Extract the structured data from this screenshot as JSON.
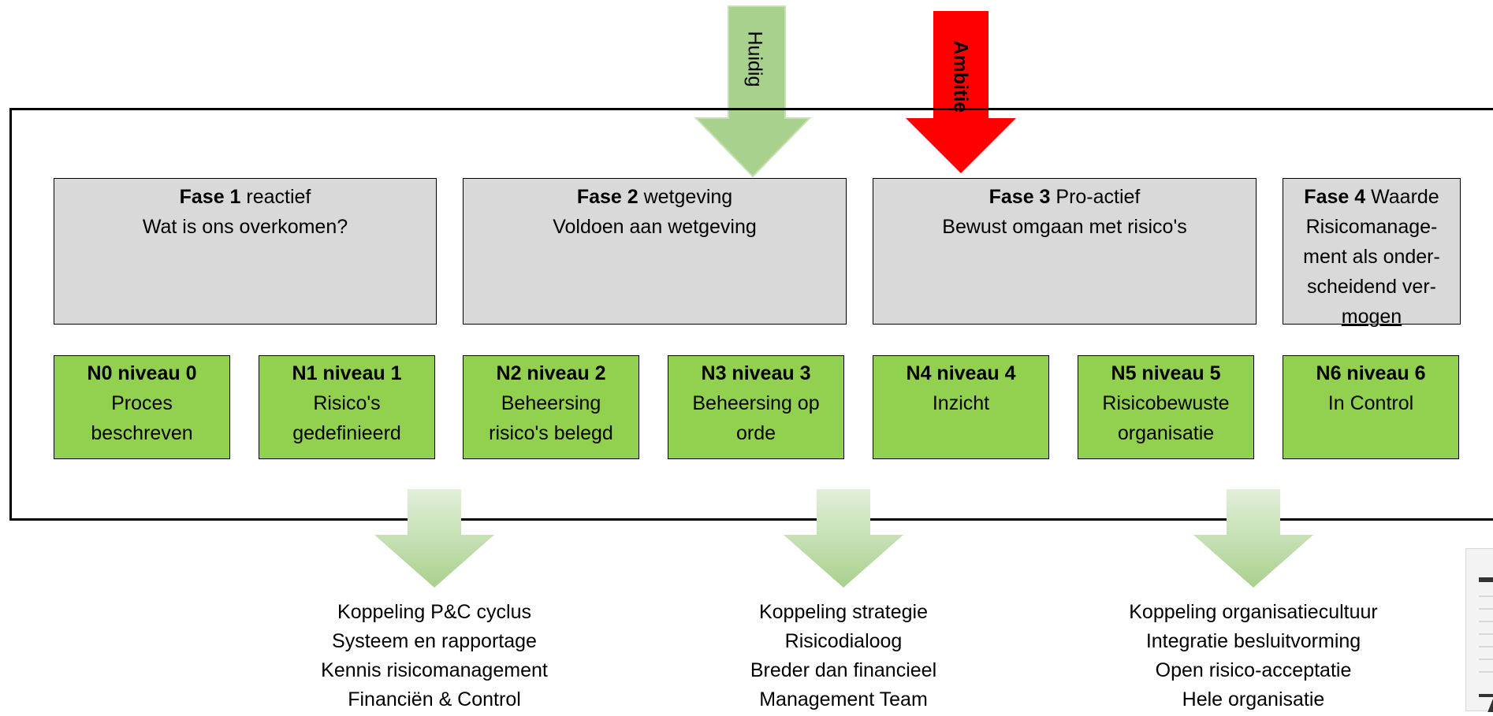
{
  "markers": {
    "current": {
      "label": "Huidig",
      "color": "#a9d18e"
    },
    "ambition": {
      "label": "Ambitie",
      "color": "#ff0000"
    }
  },
  "phases": [
    {
      "title": "Fase 1",
      "title_suffix": " reactief",
      "lines": [
        "Wat is ons overkomen?"
      ]
    },
    {
      "title": "Fase 2",
      "title_suffix": " wetgeving",
      "lines": [
        "Voldoen aan wetgeving"
      ]
    },
    {
      "title": "Fase 3",
      "title_suffix": " Pro-actief",
      "lines": [
        "Bewust omgaan met risico's"
      ]
    },
    {
      "title": "Fase 4",
      "title_suffix": " Waarde",
      "lines": [
        "Risicomanage-",
        "ment als onder-",
        "scheidend ver-",
        "mogen"
      ]
    }
  ],
  "levels": [
    {
      "title": "N0 niveau 0",
      "lines": [
        "Proces",
        "beschreven"
      ]
    },
    {
      "title": "N1 niveau 1",
      "lines": [
        "Risico's",
        "gedefinieerd"
      ]
    },
    {
      "title": "N2 niveau 2",
      "lines": [
        "Beheersing",
        "risico's belegd"
      ]
    },
    {
      "title": "N3 niveau 3",
      "lines": [
        "Beheersing op",
        "orde"
      ]
    },
    {
      "title": "N4 niveau 4",
      "lines": [
        "Inzicht"
      ]
    },
    {
      "title": "N5 niveau 5",
      "lines": [
        "Risicobewuste",
        "organisatie"
      ]
    },
    {
      "title": "N6 niveau 6",
      "lines": [
        "In Control"
      ]
    }
  ],
  "outcomes": [
    {
      "items": [
        "Koppeling P&C cyclus",
        "Systeem en rapportage",
        "Kennis risicomanagement",
        "Financiën & Control"
      ]
    },
    {
      "items": [
        "Koppeling strategie",
        "Risicodialoog",
        "Breder dan financieel",
        "Management Team"
      ]
    },
    {
      "items": [
        "Koppeling organisatiecultuur",
        "Integratie besluitvorming",
        "Open risico-acceptatie",
        "Hele organisatie"
      ]
    }
  ],
  "colors": {
    "phase_fill": "#d9d9d9",
    "level_fill": "#92d050",
    "outcome_arrow": "#a9d18e"
  }
}
